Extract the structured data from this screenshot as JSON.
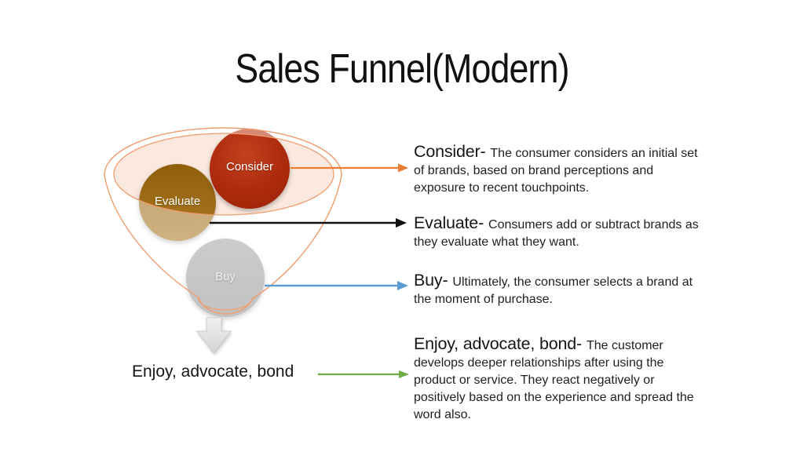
{
  "title": "Sales Funnel(Modern)",
  "funnel": {
    "stages": [
      {
        "label": "Consider"
      },
      {
        "label": "Evaluate"
      },
      {
        "label": "Buy"
      }
    ],
    "exit_label": "Enjoy, advocate, bond"
  },
  "annotations": {
    "consider": {
      "lead": "Consider-",
      "body": "The consumer considers an initial set\nof brands, based on brand perceptions and\nexposure to recent touchpoints."
    },
    "evaluate": {
      "lead": "Evaluate-",
      "body": "Consumers add or subtract brands as\nthey evaluate what they want."
    },
    "buy": {
      "lead": "Buy-",
      "body": "Ultimately, the consumer selects a brand at\nthe moment of purchase."
    },
    "enjoy": {
      "lead": "Enjoy, advocate, bond-",
      "body": "The customer\ndevelops deeper relationships after using the\nproduct or service. They react negatively or\npositively based on the experience and spread the\nword also."
    }
  },
  "colors": {
    "funnel_outline": "#F09C6E",
    "funnel_bowl_fill": "#FBE9E0",
    "consider_top": "#C2411E",
    "consider_main": "#AB290C",
    "evaluate_top": "#8F5F0A",
    "evaluate_main": "#AD7A25",
    "buy_top": "#A8A7A6",
    "buy_main": "#979695",
    "arrow_consider": "#ED7D31",
    "arrow_evaluate": "#111111",
    "arrow_buy": "#5B9BD5",
    "arrow_exit": "#70AD47",
    "down_arrow_light": "#F2F1F0",
    "down_arrow_dark": "#D5D3D1"
  }
}
